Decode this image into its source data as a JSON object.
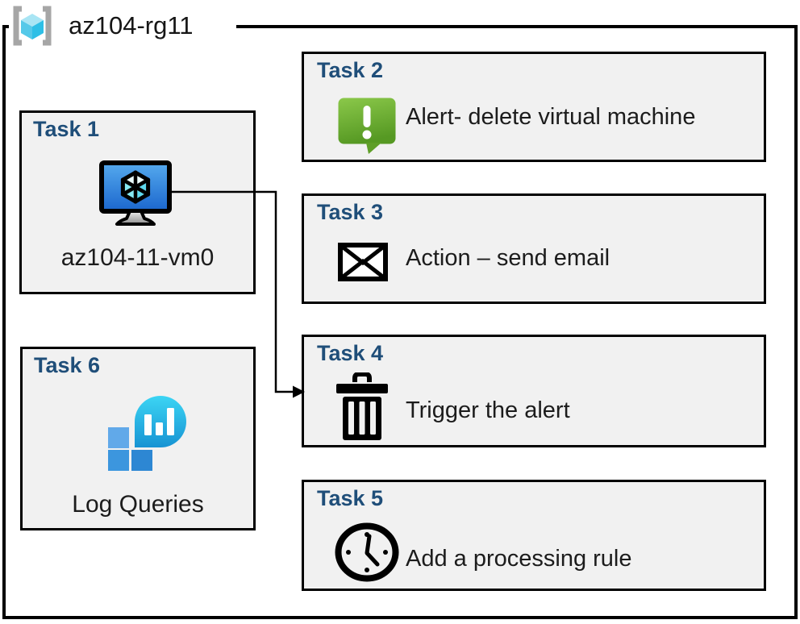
{
  "resource_group": {
    "label": "az104-rg11"
  },
  "tasks": [
    {
      "title": "Task 1",
      "label": "az104-11-vm0",
      "icon": "virtual-machine-icon"
    },
    {
      "title": "Task 2",
      "label": "Alert- delete virtual machine",
      "icon": "alert-message-icon"
    },
    {
      "title": "Task 3",
      "label": "Action – send email",
      "icon": "email-envelope-icon"
    },
    {
      "title": "Task 4",
      "label": "Trigger the alert",
      "icon": "trash-icon"
    },
    {
      "title": "Task 5",
      "label": "Add a processing rule",
      "icon": "clock-icon"
    },
    {
      "title": "Task 6",
      "label": "Log Queries",
      "icon": "log-queries-icon"
    }
  ],
  "connector": {
    "from": "task-1-vm",
    "to": "task-4"
  },
  "colors": {
    "task_title": "#1f4e79",
    "box_fill": "#f1f1f1",
    "box_border": "#000000",
    "alert_green_light": "#8bc84a",
    "alert_green_dark": "#569923",
    "vm_screen_light": "#55aaee",
    "vm_screen_dark": "#1b66cd",
    "rg_cube_cyan": "#45c4e7",
    "log_cyan_light": "#3cd5f4",
    "log_blue_dark": "#1793d3"
  }
}
